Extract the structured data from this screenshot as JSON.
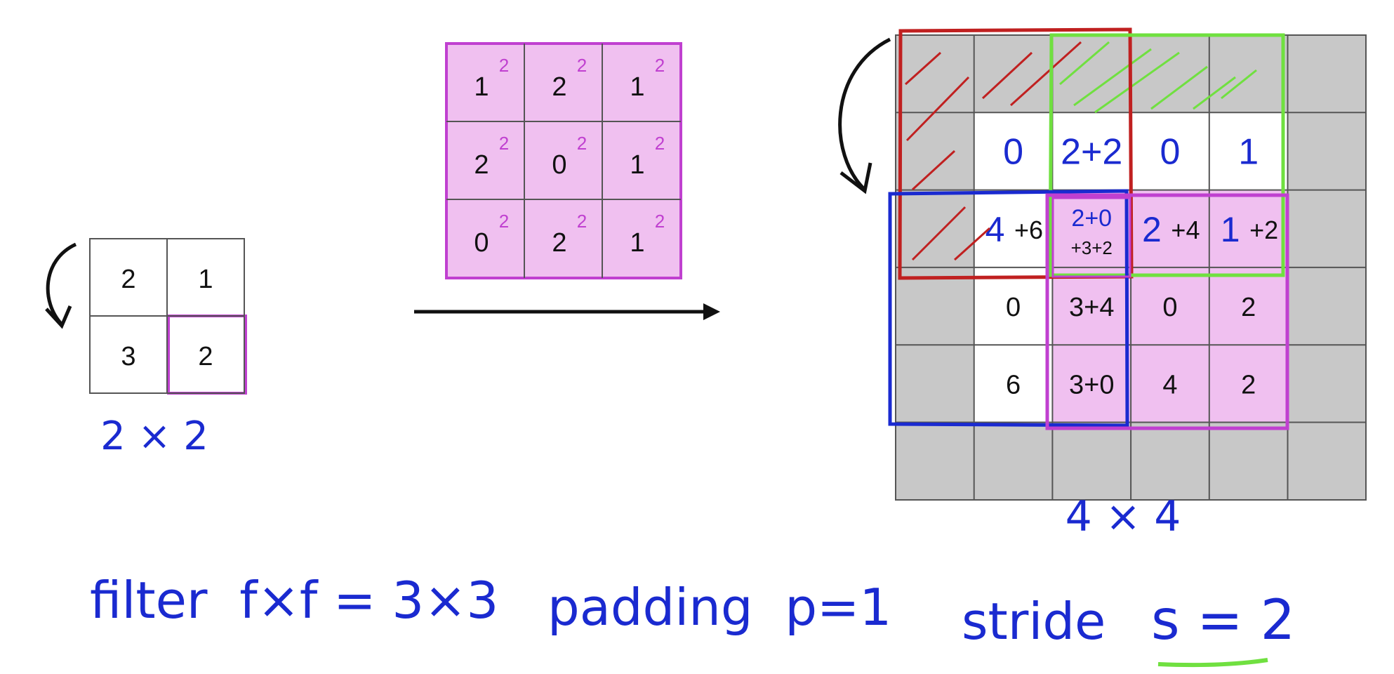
{
  "input_grid": {
    "values": [
      [
        "2",
        "1"
      ],
      [
        "3",
        "2"
      ]
    ]
  },
  "input_size_label": "2 × 2",
  "filter_grid": {
    "values": [
      [
        "1",
        "2",
        "1"
      ],
      [
        "2",
        "0",
        "1"
      ],
      [
        "0",
        "2",
        "1"
      ]
    ],
    "superscript": "2"
  },
  "output_grid": {
    "rows": [
      [
        {
          "main": "",
          "extra": ""
        },
        {
          "main": "",
          "extra": ""
        },
        {
          "main": "",
          "extra": ""
        },
        {
          "main": "",
          "extra": ""
        },
        {
          "main": "",
          "extra": ""
        },
        {
          "main": "",
          "extra": ""
        }
      ],
      [
        {
          "main": "",
          "extra": ""
        },
        {
          "main": "0",
          "extra": ""
        },
        {
          "main": "2+2",
          "extra": ""
        },
        {
          "main": "0",
          "extra": ""
        },
        {
          "main": "1",
          "extra": ""
        },
        {
          "main": "",
          "extra": ""
        }
      ],
      [
        {
          "main": "",
          "extra": ""
        },
        {
          "main": "4",
          "extra": "+6"
        },
        {
          "main": "2+0",
          "extra": "+3+2"
        },
        {
          "main": "2",
          "extra": "+4"
        },
        {
          "main": "1",
          "extra": "+2"
        },
        {
          "main": "",
          "extra": ""
        }
      ],
      [
        {
          "main": "",
          "extra": ""
        },
        {
          "main": "0",
          "extra": ""
        },
        {
          "main": "3+4",
          "extra": ""
        },
        {
          "main": "0",
          "extra": ""
        },
        {
          "main": "2",
          "extra": ""
        },
        {
          "main": "",
          "extra": ""
        }
      ],
      [
        {
          "main": "",
          "extra": ""
        },
        {
          "main": "6",
          "extra": ""
        },
        {
          "main": "3+0",
          "extra": ""
        },
        {
          "main": "4",
          "extra": ""
        },
        {
          "main": "2",
          "extra": ""
        },
        {
          "main": "",
          "extra": ""
        }
      ],
      [
        {
          "main": "",
          "extra": ""
        },
        {
          "main": "",
          "extra": ""
        },
        {
          "main": "",
          "extra": ""
        },
        {
          "main": "",
          "extra": ""
        },
        {
          "main": "",
          "extra": ""
        },
        {
          "main": "",
          "extra": ""
        }
      ]
    ]
  },
  "output_size_label": "4 × 4",
  "captions": {
    "filter": "filter  f×f = 3×3",
    "padding": "padding  p=1",
    "stride_word": "stride",
    "stride_value": "s = 2"
  },
  "colors": {
    "pink_fill": "#f0c0f0",
    "magenta": "#c040d0",
    "gray_fill": "#c8c8c8",
    "red": "#c02020",
    "green": "#70e040",
    "blue": "#1a2ad0",
    "grid_line": "#555555"
  }
}
